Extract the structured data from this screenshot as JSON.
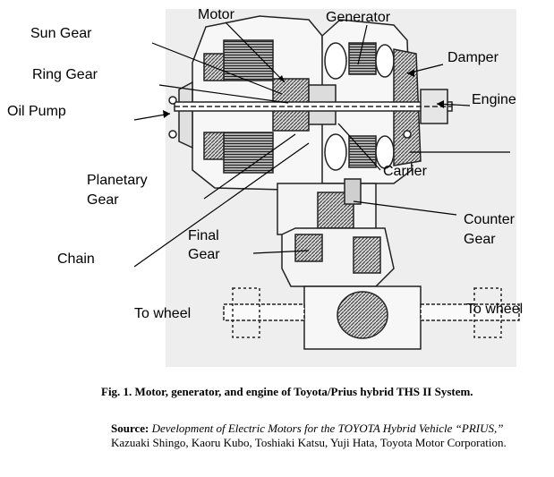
{
  "labels": {
    "motor": "Motor",
    "generator": "Generator",
    "sun_gear": "Sun Gear",
    "damper": "Damper",
    "ring_gear": "Ring Gear",
    "engine": "Engine",
    "oil_pump": "Oil Pump",
    "carrier": "Carrier",
    "planetary_line1": "Planetary",
    "planetary_line2": "Gear",
    "counter_line1": "Counter",
    "counter_line2": "Gear",
    "final_line1": "Final",
    "final_line2": "Gear",
    "chain": "Chain",
    "to_wheel_left": "To wheel",
    "to_wheel_right": "To wheel"
  },
  "caption": "Fig. 1.  Motor, generator, and engine of Toyota/Prius hybrid THS II System.",
  "source": {
    "prefix": "Source:",
    "title_italic": "Development of Electric Motors for the TOYOTA Hybrid Vehicle “PRIUS,”",
    "authors": "Kazuaki Shingo, Kaoru Kubo, Toshiaki Katsu, Yuji Hata, Toyota Motor Corporation."
  }
}
